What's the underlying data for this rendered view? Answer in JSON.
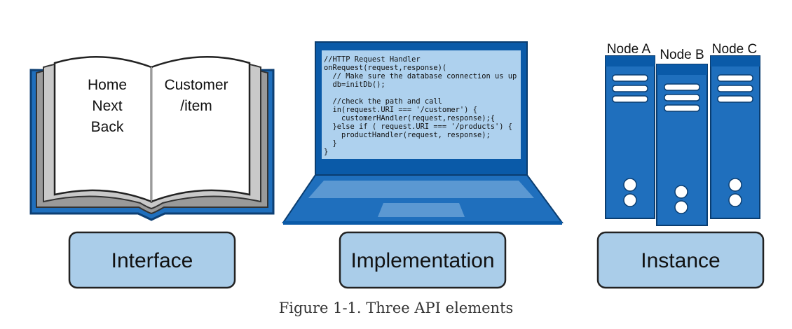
{
  "interface": {
    "label": "Interface",
    "book_left_lines": [
      "Home",
      "Next",
      "Back"
    ],
    "book_right_lines": [
      "Customer",
      "/item"
    ]
  },
  "implementation": {
    "label": "Implementation",
    "code_lines": [
      "//HTTP Request Handler",
      "onRequest(request,response)(",
      "  // Make sure the database connection us up",
      "  db=initDb();",
      "",
      "  //check the path and call",
      "  in(request.URI === '/customer') {",
      "    customerHAndler(request,response);{",
      "  }else if ( request.URI === '/products') {",
      "    productHandler(request, response);",
      "  }",
      "}"
    ]
  },
  "instance": {
    "label": "Instance",
    "nodes": [
      "Node A",
      "Node B",
      "Node C"
    ]
  },
  "caption": "Figure 1-1. Three API elements",
  "colors": {
    "blue_dark": "#0a5aa8",
    "blue_mid": "#1f6fbd",
    "blue_light": "#5b98d2",
    "screen": "#aed1ee",
    "label_box": "#aacde9",
    "page_gray": "#c9c9c9"
  }
}
